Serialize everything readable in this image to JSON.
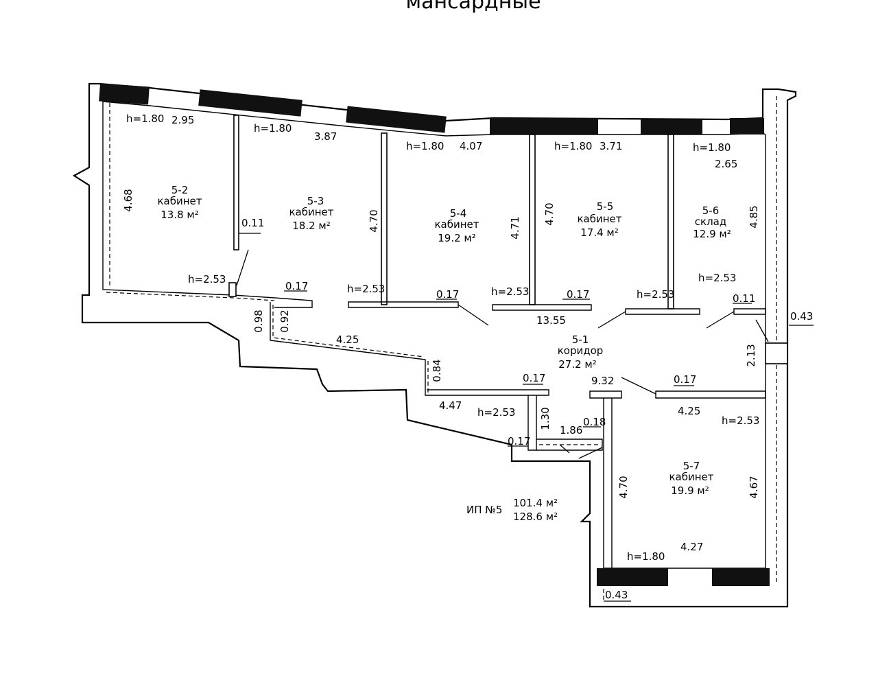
{
  "title": "мансардные",
  "rooms": [
    {
      "id": "5-2",
      "name": "кабинет",
      "area": "13.8 м²"
    },
    {
      "id": "5-3",
      "name": "кабинет",
      "area": "18.2 м²"
    },
    {
      "id": "5-4",
      "name": "кабинет",
      "area": "19.2 м²"
    },
    {
      "id": "5-5",
      "name": "кабинет",
      "area": "17.4 м²"
    },
    {
      "id": "5-6",
      "name": "склад",
      "area": "12.9 м²"
    },
    {
      "id": "5-1",
      "name": "коридор",
      "area": "27.2 м²"
    },
    {
      "id": "5-7",
      "name": "кабинет",
      "area": "19.9 м²"
    }
  ],
  "summary": {
    "label": "ИП №5",
    "area_1": "101.4 м²",
    "area_2": "128.6 м²"
  },
  "heights": [
    "h=1.80",
    "h=2.53"
  ],
  "dims": {
    "d_2_95": "2.95",
    "d_3_87": "3.87",
    "d_4_07": "4.07",
    "d_3_71": "3.71",
    "d_2_65": "2.65",
    "d_4_68": "4.68",
    "d_0_11": "0.11",
    "d_4_70": "4.70",
    "d_4_71": "4.71",
    "d_4_85": "4.85",
    "d_0_17": "0.17",
    "d_13_55": "13.55",
    "d_0_43": "0.43",
    "d_0_98": "0.98",
    "d_0_92": "0.92",
    "d_4_25": "4.25",
    "d_0_84": "0.84",
    "d_9_32": "9.32",
    "d_2_13": "2.13",
    "d_4_47": "4.47",
    "d_1_30": "1.30",
    "d_1_86": "1.86",
    "d_0_18": "0.18",
    "d_4_67": "4.67",
    "d_4_27": "4.27"
  }
}
